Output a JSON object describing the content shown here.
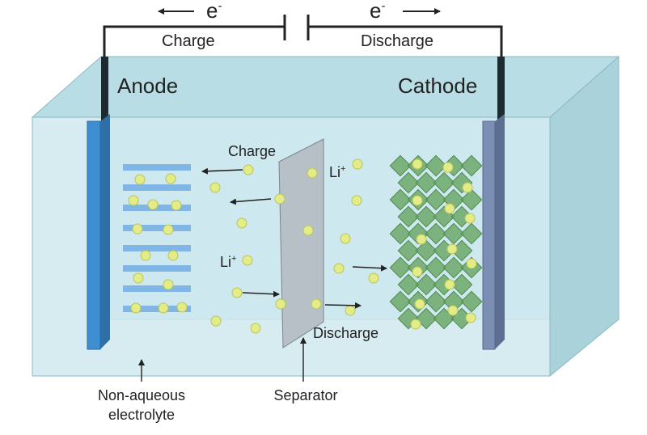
{
  "labels": {
    "electron_left": "e",
    "electron_right": "e",
    "electron_sup": "-",
    "charge_top": "Charge",
    "discharge_top": "Discharge",
    "anode": "Anode",
    "cathode": "Cathode",
    "charge_mid": "Charge",
    "li_upper": "Li",
    "li_lower": "Li",
    "li_sup": "+",
    "discharge_mid": "Discharge",
    "separator": "Separator",
    "electrolyte_line1": "Non-aqueous",
    "electrolyte_line2": "electrolyte"
  },
  "colors": {
    "electrolyte_front": "#cfe9ee",
    "electrolyte_top": "#b9dde4",
    "electrolyte_side": "#a9d2db",
    "anode_plate": "#3d8fd1",
    "cathode_plate": "#7b8fb4",
    "separator": "#b7c0c7",
    "lithium_ion": "#e3ec86",
    "cathode_crystal": "#6ca86a",
    "wire": "#222222"
  }
}
